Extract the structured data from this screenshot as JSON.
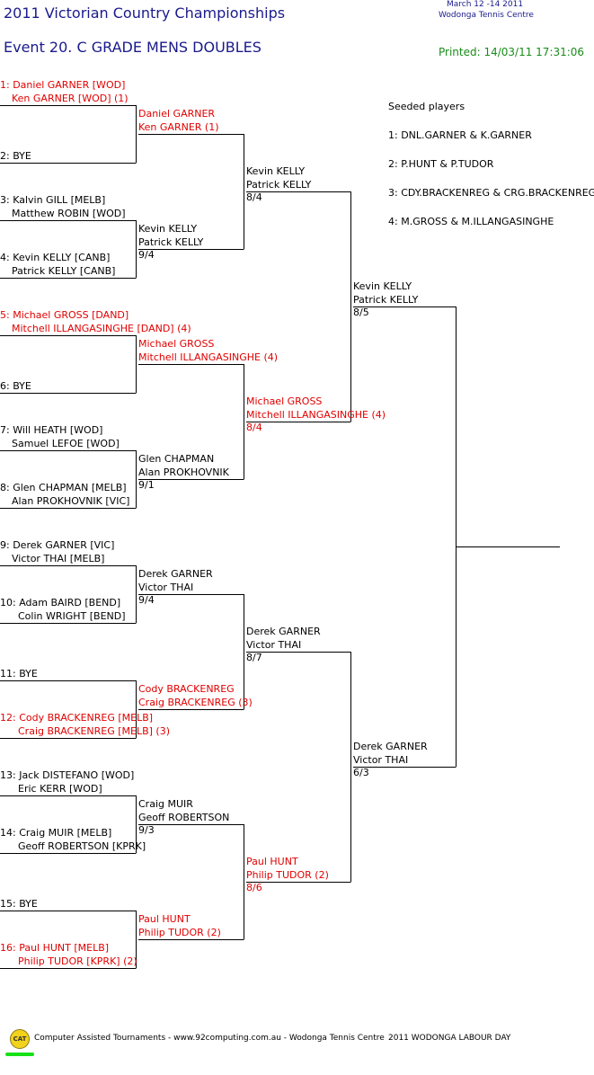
{
  "header": {
    "title": "2011 Victorian Country Championships",
    "dates": "March 12 -14 2011",
    "venue": "Wodonga Tennis Centre",
    "event": "Event 20. C GRADE MENS DOUBLES",
    "printed": "Printed: 14/03/11 17:31:06"
  },
  "seeds": {
    "title": "Seeded players",
    "items": [
      "1: DNL.GARNER & K.GARNER",
      "2: P.HUNT & P.TUDOR",
      "3: CDY.BRACKENREG & CRG.BRACKENREG",
      "4: M.GROSS & M.ILLANGASINGHE"
    ]
  },
  "round1": [
    {
      "line1": "1: Daniel GARNER [WOD]",
      "line2": "Ken GARNER [WOD] (1)",
      "seeded": true
    },
    {
      "line1": "2: BYE",
      "line2": "",
      "seeded": false
    },
    {
      "line1": "3: Kalvin GILL [MELB]",
      "line2": "Matthew ROBIN [WOD]",
      "seeded": false
    },
    {
      "line1": "4: Kevin KELLY [CANB]",
      "line2": "Patrick KELLY [CANB]",
      "seeded": false
    },
    {
      "line1": "5: Michael GROSS [DAND]",
      "line2": "Mitchell ILLANGASINGHE [DAND] (4)",
      "seeded": true
    },
    {
      "line1": "6: BYE",
      "line2": "",
      "seeded": false
    },
    {
      "line1": "7: Will HEATH [WOD]",
      "line2": "Samuel LEFOE [WOD]",
      "seeded": false
    },
    {
      "line1": "8: Glen CHAPMAN [MELB]",
      "line2": "Alan PROKHOVNIK [VIC]",
      "seeded": false
    },
    {
      "line1": "9: Derek GARNER [VIC]",
      "line2": "Victor THAI [MELB]",
      "seeded": false
    },
    {
      "line1": "10: Adam BAIRD [BEND]",
      "line2": "Colin WRIGHT [BEND]",
      "seeded": false
    },
    {
      "line1": "11: BYE",
      "line2": "",
      "seeded": false
    },
    {
      "line1": "12: Cody BRACKENREG [MELB]",
      "line2": "Craig BRACKENREG [MELB] (3)",
      "seeded": true
    },
    {
      "line1": "13: Jack DISTEFANO [WOD]",
      "line2": "Eric KERR [WOD]",
      "seeded": false
    },
    {
      "line1": "14: Craig MUIR [MELB]",
      "line2": "Geoff ROBERTSON [KPRK]",
      "seeded": false
    },
    {
      "line1": "15: BYE",
      "line2": "",
      "seeded": false
    },
    {
      "line1": "16: Paul HUNT [MELB]",
      "line2": "Philip TUDOR [KPRK] (2)",
      "seeded": true
    }
  ],
  "round2": [
    {
      "line1": "Daniel GARNER",
      "line2": "Ken GARNER (1)",
      "score": "",
      "seeded": true
    },
    {
      "line1": "Kevin KELLY",
      "line2": "Patrick KELLY",
      "score": "9/4",
      "seeded": false
    },
    {
      "line1": "Michael GROSS",
      "line2": "Mitchell ILLANGASINGHE (4)",
      "score": "",
      "seeded": true
    },
    {
      "line1": "Glen CHAPMAN",
      "line2": "Alan PROKHOVNIK",
      "score": "9/1",
      "seeded": false
    },
    {
      "line1": "Derek GARNER",
      "line2": "Victor THAI",
      "score": "9/4",
      "seeded": false
    },
    {
      "line1": "Cody BRACKENREG",
      "line2": "Craig BRACKENREG (3)",
      "score": "",
      "seeded": true
    },
    {
      "line1": "Craig MUIR",
      "line2": "Geoff ROBERTSON",
      "score": "9/3",
      "seeded": false
    },
    {
      "line1": "Paul HUNT",
      "line2": "Philip TUDOR (2)",
      "score": "",
      "seeded": true
    }
  ],
  "round3": [
    {
      "line1": "Kevin KELLY",
      "line2": "Patrick KELLY",
      "score": "8/4",
      "seeded": false
    },
    {
      "line1": "Michael GROSS",
      "line2": "Mitchell ILLANGASINGHE (4)",
      "score": "8/4",
      "seeded": true
    },
    {
      "line1": "Derek GARNER",
      "line2": "Victor THAI",
      "score": "8/7",
      "seeded": false
    },
    {
      "line1": "Paul HUNT",
      "line2": "Philip TUDOR (2)",
      "score": "8/6",
      "seeded": true
    }
  ],
  "round4": [
    {
      "line1": "Kevin KELLY",
      "line2": "Patrick KELLY",
      "score": "8/5",
      "seeded": false
    },
    {
      "line1": "Derek GARNER",
      "line2": "Victor THAI",
      "score": "6/3",
      "seeded": false
    }
  ],
  "footer": {
    "badge": "CAT",
    "text": "Computer Assisted Tournaments - www.92computing.com.au  -  Wodonga Tennis Centre",
    "right": "2011 WODONGA LABOUR DAY"
  },
  "colors": {
    "title": "#1a1a8c",
    "printed": "#1a8c1a",
    "seeded": "#e00000",
    "lines": "#000000",
    "badge": "#f2d21b"
  }
}
